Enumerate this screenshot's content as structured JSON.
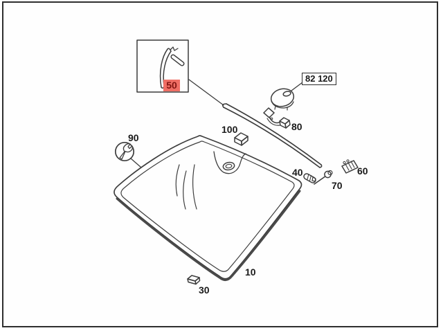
{
  "diagram": {
    "type": "windshield-parts-diagram",
    "colors": {
      "background": "#ffffff",
      "frame_border": "#2e2e2e",
      "line": "#3d3d3d",
      "highlight_background": "#ef6e64",
      "highlight_text": "#811511"
    },
    "parts": {
      "p10": {
        "label": "10"
      },
      "p30": {
        "label": "30"
      },
      "p40": {
        "label": "40"
      },
      "p50": {
        "label": "50",
        "highlighted": true
      },
      "p60": {
        "label": "60"
      },
      "p70": {
        "label": "70"
      },
      "p80": {
        "label": "80"
      },
      "p90": {
        "label": "90"
      },
      "p100": {
        "label": "100"
      },
      "p82120": {
        "label": "82 120",
        "boxed": true
      }
    }
  }
}
